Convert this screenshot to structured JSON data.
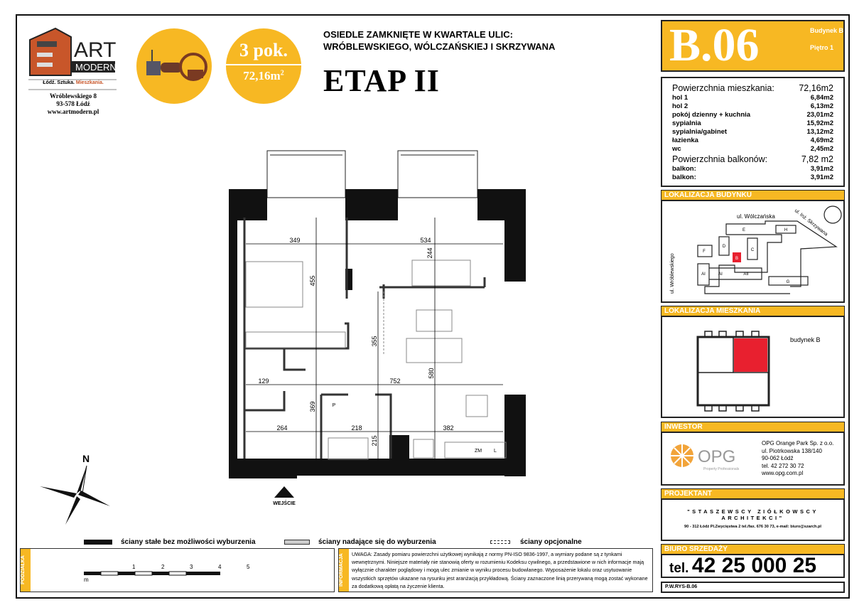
{
  "brand": {
    "name_line1": "ART",
    "name_line2": "MODERN",
    "tagline_a": "Łódź. Sztuka.",
    "tagline_b": "Mieszkania.",
    "address1": "Wróblewskiego 8",
    "address2": "93-578 Łódź",
    "website": "www.artmodern.pl"
  },
  "badge": {
    "rooms": "3 pok.",
    "area": "72,16m",
    "area_sup": "2"
  },
  "header": {
    "line1": "OSIEDLE ZAMKNIĘTE W KWARTALE ULIC:",
    "line2": "WRÓBLEWSKIEGO, WÓLCZAŃSKIEJ I SKRZYWANA",
    "stage": "ETAP II"
  },
  "unit": {
    "code": "B.06",
    "building": "Budynek B",
    "floor": "Piętro 1"
  },
  "areas": {
    "total_label": "Powierzchnia mieszkania:",
    "total_value": "72,16m2",
    "rooms": [
      {
        "name": "hol 1",
        "value": "6,84m2"
      },
      {
        "name": "hol 2",
        "value": "6,13m2"
      },
      {
        "name": "pokój dzienny + kuchnia",
        "value": "23,01m2"
      },
      {
        "name": "sypialnia",
        "value": "15,92m2"
      },
      {
        "name": "sypialnia/gabinet",
        "value": "13,12m2"
      },
      {
        "name": "łazienka",
        "value": "4,69m2"
      },
      {
        "name": "wc",
        "value": "2,45m2"
      }
    ],
    "balcony_label": "Powierzchnia balkonów:",
    "balcony_value": "7,82 m2",
    "balconies": [
      {
        "name": "balkon:",
        "value": "3,91m2"
      },
      {
        "name": "balkon:",
        "value": "3,91m2"
      }
    ]
  },
  "building_location": {
    "title": "LOKALIZACJA BUDYNKU",
    "street1": "ul. Wólczańska",
    "street2": "ul. Inż. Skrzywana",
    "street3": "ul. Wróblewskiego",
    "blocks": [
      "E",
      "H",
      "D",
      "C",
      "F",
      "B",
      "AI",
      "AI",
      "AII",
      "G"
    ]
  },
  "flat_location": {
    "title": "LOKALIZACJA MIESZKANIA",
    "label": "budynek B",
    "highlight_color": "#E8202F"
  },
  "investor": {
    "title": "INWESTOR",
    "logo": "OPG",
    "logo_sub": "Property Professionals",
    "lines": [
      "OPG Orange Park Sp. z o.o.",
      "ul. Piotrkowska 138/140",
      "90-062 Łódź",
      "tel. 42 272 30 72",
      "www.opg.com.pl"
    ]
  },
  "designer": {
    "title": "PROJEKTANT",
    "name": "\"STASZEWSCY ZIÓŁKOWSCY ARCHITEKCI\"",
    "details": "90 - 312 Łódź  Pl.Zwycięstwa 2  tel./fax. 676 30 73, e-mail: biuro@szarch.pl"
  },
  "sales": {
    "title": "BIURO SRZEDAŻY",
    "tel_prefix": "tel.",
    "tel": "42 25 000 25"
  },
  "drawing_ref": "P.W.RYS-B.06",
  "plan": {
    "dims": [
      "349",
      "534",
      "244",
      "455",
      "355",
      "580",
      "129",
      "752",
      "369",
      "264",
      "218",
      "382",
      "215"
    ],
    "labels": {
      "p": "P",
      "zm": "ZM",
      "l": "L"
    },
    "entrance": "WEJŚCIE",
    "north": "N"
  },
  "legend": {
    "solid": "ściany stałe bez możliwości wyburzenia",
    "grey": "ściany nadające się do  wyburzenia",
    "dashed": "ściany opcjonalne"
  },
  "scale": {
    "title": "PODZIAŁKA",
    "ticks": [
      "1",
      "2",
      "3",
      "4",
      "5"
    ],
    "unit": "m"
  },
  "info": {
    "title": "INFORMACJA",
    "text": "UWAGA: Zasady pomiaru powierzchni użytkowej wynikają z normy PN-ISO 9836-1997, a wymiary podane są z tynkami wewnętrznymi. Niniejsze materiały nie stanowią oferty w rozumieniu Kodeksu cywilnego, a przedstawione w nich informacje mają wyłącznie charakter poglądowy i mogą ulec zmianie w wyniku procesu budowlanego. Wyposażenie lokalu oraz usytuowanie wszystkich sprzętów ukazane na rysunku jest aranżacją przykładową. Ściany zaznaczone linią przerywaną mogą zostać wykonane za dodatkową opłatą na życzenie klienta."
  },
  "colors": {
    "accent": "#F7B823",
    "brand_orange": "#C8562A",
    "highlight": "#E8202F"
  }
}
